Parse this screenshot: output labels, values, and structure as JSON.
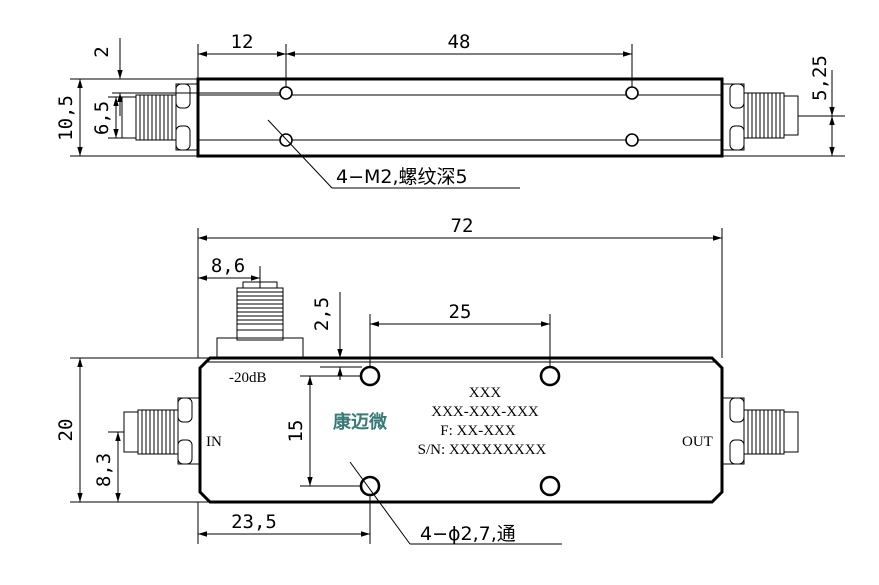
{
  "top_view": {
    "dim_left_offset": "12",
    "dim_hole_spacing": "48",
    "dim_top_offset": "2",
    "dim_total_height": "10,5",
    "dim_connector_height": "6,5",
    "dim_right_connector": "5,25",
    "thread_note": "4−M2,螺纹深5"
  },
  "front_view": {
    "dim_length": "72",
    "dim_port_offset": "8,6",
    "dim_hole_top_offset": "2,5",
    "dim_hole_spacing_x": "25",
    "dim_height": "20",
    "dim_hole_spacing_y": "15",
    "dim_in_connector": "8,3",
    "dim_hole_left": "23,5",
    "hole_note": "4−ϕ2,7,通",
    "coupled_port_label": "-20dB",
    "in_label": "IN",
    "out_label": "OUT",
    "brand": "康迈微",
    "text_line1": "XXX",
    "text_line2": "XXX-XXX-XXX",
    "text_line3": "F: XX-XXX",
    "text_line4": "S/N: XXXXXXXXX"
  }
}
